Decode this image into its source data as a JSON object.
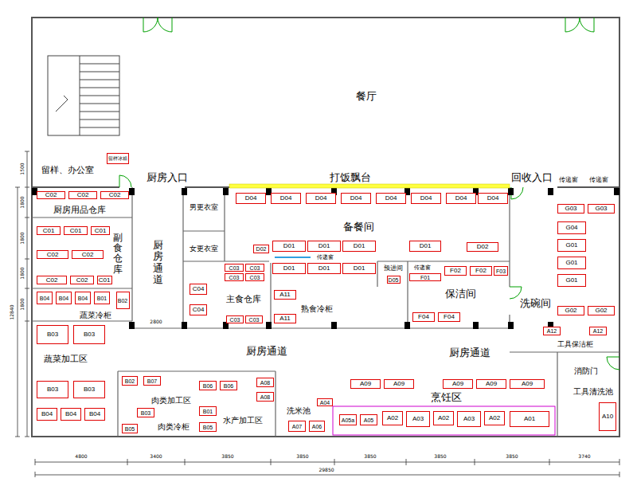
{
  "diagram": {
    "nodes": [
      {
        "text": [
          "餐厅"
        ]
      },
      {
        "text": [
          "留样、办公室"
        ]
      },
      {
        "text": [
          "留样冰箱"
        ],
        "in": 1
      },
      {
        "text": [
          "厨房用品仓库"
        ]
      },
      {
        "text": [
          "C02"
        ],
        "in": 3
      },
      {
        "text": [
          "C02"
        ],
        "in": 3
      },
      {
        "text": [
          "C02"
        ],
        "in": 3
      },
      {
        "text": [
          "副食仓库"
        ]
      },
      {
        "text": [
          "C01"
        ],
        "in": 7
      },
      {
        "text": [
          "C01"
        ],
        "in": 7
      },
      {
        "text": [
          "C01"
        ],
        "in": 7
      },
      {
        "text": [
          "C02"
        ],
        "in": 7
      },
      {
        "text": [
          "C02"
        ],
        "in": 7
      },
      {
        "text": [
          "C02"
        ],
        "in": 7
      },
      {
        "text": [
          "C02"
        ],
        "in": 7
      },
      {
        "text": [
          "C01"
        ],
        "in": 7
      },
      {
        "text": [
          "男更衣室"
        ]
      },
      {
        "text": [
          "女更衣室"
        ]
      },
      {
        "text": [
          "备餐间"
        ]
      },
      {
        "text": [
          "D04"
        ],
        "in": 18
      },
      {
        "text": [
          "D04"
        ],
        "in": 18
      },
      {
        "text": [
          "D04"
        ],
        "in": 18
      },
      {
        "text": [
          "D04"
        ],
        "in": 18
      },
      {
        "text": [
          "D04"
        ],
        "in": 18
      },
      {
        "text": [
          "D04"
        ],
        "in": 18
      },
      {
        "text": [
          "D04"
        ],
        "in": 18
      },
      {
        "text": [
          "D04"
        ],
        "in": 18
      },
      {
        "text": [
          "D02"
        ],
        "in": 18
      },
      {
        "text": [
          "D01"
        ],
        "in": 18
      },
      {
        "text": [
          "D01"
        ],
        "in": 18
      },
      {
        "text": [
          "D01"
        ],
        "in": 18
      },
      {
        "text": [
          "D01"
        ],
        "in": 18
      },
      {
        "text": [
          "D02"
        ],
        "in": 18
      },
      {
        "text": [
          "D01"
        ],
        "in": 18
      },
      {
        "text": [
          "D01"
        ],
        "in": 18
      },
      {
        "text": [
          "D01"
        ],
        "in": 18
      },
      {
        "text": [
          "厨房通道"
        ]
      },
      {
        "text": [
          "主食仓库"
        ]
      },
      {
        "text": [
          "C03"
        ],
        "in": 37
      },
      {
        "text": [
          "C03"
        ],
        "in": 37
      },
      {
        "text": [
          "C03"
        ],
        "in": 37
      },
      {
        "text": [
          "C03"
        ],
        "in": 37
      },
      {
        "text": [
          "C04"
        ],
        "in": 37
      },
      {
        "text": [
          "C04"
        ],
        "in": 37
      },
      {
        "text": [
          "C03"
        ],
        "in": 37
      },
      {
        "text": [
          "C03"
        ],
        "in": 37
      },
      {
        "text": [
          "熟食冷柜"
        ]
      },
      {
        "text": [
          "A11"
        ],
        "in": 46
      },
      {
        "text": [
          "A11"
        ],
        "in": 46
      },
      {
        "text": [
          "预进间"
        ]
      },
      {
        "text": [
          "D05"
        ],
        "in": 49
      },
      {
        "text": [
          "保洁间"
        ]
      },
      {
        "text": [
          "F01"
        ],
        "in": 51
      },
      {
        "text": [
          "F02"
        ],
        "in": 51
      },
      {
        "text": [
          "F02"
        ],
        "in": 51
      },
      {
        "text": [
          "F03"
        ],
        "in": 51
      },
      {
        "text": [
          "F04"
        ],
        "in": 51
      },
      {
        "text": [
          "F04"
        ],
        "in": 51
      },
      {
        "text": [
          "洗碗间"
        ]
      },
      {
        "text": [
          "G03"
        ],
        "in": 58
      },
      {
        "text": [
          "G03"
        ],
        "in": 58
      },
      {
        "text": [
          "G04"
        ],
        "in": 58
      },
      {
        "text": [
          "G01"
        ],
        "in": 58
      },
      {
        "text": [
          "G01"
        ],
        "in": 58
      },
      {
        "text": [
          "G01"
        ],
        "in": 58
      },
      {
        "text": [
          "G02"
        ],
        "in": 58
      },
      {
        "text": [
          "G02"
        ],
        "in": 58
      },
      {
        "text": [
          "A12"
        ],
        "in": 58
      },
      {
        "text": [
          "A12"
        ],
        "in": 58
      },
      {
        "text": [
          "蔬菜冷柜"
        ]
      },
      {
        "text": [
          "B04"
        ],
        "in": 69
      },
      {
        "text": [
          "B04"
        ],
        "in": 69
      },
      {
        "text": [
          "B04"
        ],
        "in": 69
      },
      {
        "text": [
          "B01"
        ],
        "in": 69
      },
      {
        "text": [
          "B02"
        ],
        "in": 69
      },
      {
        "text": [
          "蔬菜加工区"
        ]
      },
      {
        "text": [
          "B03"
        ],
        "in": 75
      },
      {
        "text": [
          "B03"
        ],
        "in": 75
      },
      {
        "text": [
          "B03"
        ],
        "in": 75
      },
      {
        "text": [
          "B03"
        ],
        "in": 75
      },
      {
        "text": [
          "B04"
        ],
        "in": 75
      },
      {
        "text": [
          "B04"
        ],
        "in": 75
      },
      {
        "text": [
          "B04"
        ],
        "in": 75
      },
      {
        "text": [
          "厨房通道",
          "厨房通道"
        ]
      },
      {
        "text": [
          "肉类加工区"
        ]
      },
      {
        "text": [
          "B02"
        ],
        "in": 84
      },
      {
        "text": [
          "B07"
        ],
        "in": 84
      },
      {
        "text": [
          "B03"
        ],
        "in": 84
      },
      {
        "text": [
          "B05"
        ],
        "in": 84
      },
      {
        "text": [
          "肉类冷柜"
        ]
      },
      {
        "text": [
          "水产加工区"
        ]
      },
      {
        "text": [
          "B06"
        ],
        "in": 90
      },
      {
        "text": [
          "B06"
        ],
        "in": 90
      },
      {
        "text": [
          "B01"
        ],
        "in": 90
      },
      {
        "text": [
          "B05"
        ],
        "in": 90
      },
      {
        "text": [
          "A08"
        ],
        "in": 90
      },
      {
        "text": [
          "A08"
        ],
        "in": 90
      },
      {
        "text": [
          "洗米池"
        ]
      },
      {
        "text": [
          "A04"
        ],
        "in": 97
      },
      {
        "text": [
          "A07"
        ],
        "in": 97
      },
      {
        "text": [
          "A06"
        ],
        "in": 97
      },
      {
        "text": [
          "烹饪区"
        ]
      },
      {
        "text": [
          "A09"
        ],
        "in": 101
      },
      {
        "text": [
          "A09"
        ],
        "in": 101
      },
      {
        "text": [
          "A09"
        ],
        "in": 101
      },
      {
        "text": [
          "A09"
        ],
        "in": 101
      },
      {
        "text": [
          "A09"
        ],
        "in": 101
      },
      {
        "text": [
          "A05a"
        ],
        "in": 101
      },
      {
        "text": [
          "A05"
        ],
        "in": 101
      },
      {
        "text": [
          "A02"
        ],
        "in": 101
      },
      {
        "text": [
          "A03"
        ],
        "in": 101
      },
      {
        "text": [
          "A02"
        ],
        "in": 101
      },
      {
        "text": [
          "A03"
        ],
        "in": 101
      },
      {
        "text": [
          "A02"
        ],
        "in": 101
      },
      {
        "text": [
          "A01"
        ],
        "in": 101
      },
      {
        "text": [
          "消防门",
          "工具清洗池"
        ]
      },
      {
        "text": [
          "A10"
        ],
        "in": 115
      }
    ],
    "labels": [
      "厨房入口",
      "打饭飘台",
      "回收入口",
      "传递窗",
      "传递窗",
      "传递窗",
      "传递窗",
      "工具保洁柜",
      "2800",
      "4800",
      "3400",
      "3850",
      "3850",
      "3850",
      "3850",
      "3850",
      "3740",
      "29850",
      "1500",
      "1800",
      "1800",
      "1800",
      "1800",
      "12840"
    ]
  }
}
